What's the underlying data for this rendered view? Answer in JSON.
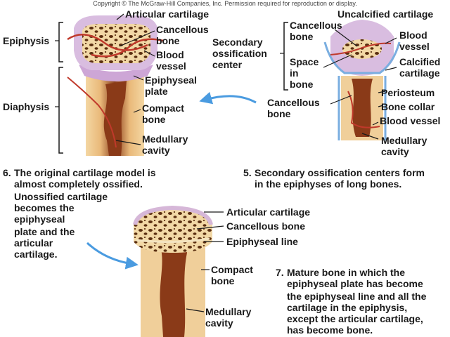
{
  "copyright": "Copyright © The McGraw-Hill Companies, Inc. Permission required for reproduction or display.",
  "stage6": {
    "labels": {
      "epiphysis": "Epiphysis",
      "diaphysis": "Diaphysis",
      "articular_cartilage": "Articular cartilage",
      "cancellous_bone": [
        "Cancellous",
        "bone"
      ],
      "blood_vessel": [
        "Blood",
        "vessel"
      ],
      "epiphyseal_plate": [
        "Epiphyseal",
        "plate"
      ],
      "compact_bone": [
        "Compact",
        "bone"
      ],
      "medullary_cavity": [
        "Medullary",
        "cavity"
      ]
    },
    "caption_number": "6.",
    "caption_lines": [
      "The original cartilage model is",
      "almost completely ossified.",
      "Unossified cartilage",
      "becomes the",
      "epiphyseal",
      "plate and the",
      "articular",
      "cartilage."
    ]
  },
  "stage5": {
    "labels": {
      "uncalcified_cartilage": "Uncalcified cartilage",
      "secondary_ossification_center": [
        "Secondary",
        "ossification",
        "center"
      ],
      "cancellous_bone_top": [
        "Cancellous",
        "bone"
      ],
      "space_in_bone": [
        "Space",
        "in",
        "bone"
      ],
      "blood_vessel": [
        "Blood",
        "vessel"
      ],
      "calcified_cartilage": [
        "Calcified",
        "cartilage"
      ],
      "periosteum": "Periosteum",
      "cancellous_bone_side": [
        "Cancellous",
        "bone"
      ],
      "bone_collar": "Bone collar",
      "blood_vessel_lower": "Blood vessel",
      "medullary_cavity": [
        "Medullary",
        "cavity"
      ]
    },
    "caption_number": "5.",
    "caption_lines": [
      "Secondary ossification centers form",
      "in the epiphyses of long bones."
    ]
  },
  "stage7": {
    "labels": {
      "articular_cartilage": "Articular cartilage",
      "cancellous_bone": "Cancellous bone",
      "epiphyseal_line": "Epiphyseal line",
      "compact_bone": [
        "Compact",
        "bone"
      ],
      "medullary_cavity": [
        "Medullary",
        "cavity"
      ]
    },
    "caption_number": "7.",
    "caption_lines": [
      "Mature bone in which the",
      "epiphyseal plate has become",
      "the epiphyseal line and all the",
      "cartilage in the epiphysis,",
      "except the articular cartilage,",
      "has become bone."
    ]
  },
  "colors": {
    "cartilage": "#d6b7d8",
    "cartilage_dark": "#b98fc2",
    "bone_light": "#f4dcae",
    "bone_mid": "#e8b978",
    "bone_dark": "#7a3f1a",
    "marrow": "#9a4a22",
    "vessel": "#c0392b",
    "periosteum": "#7aaee0",
    "arrow": "#4a9be0"
  }
}
